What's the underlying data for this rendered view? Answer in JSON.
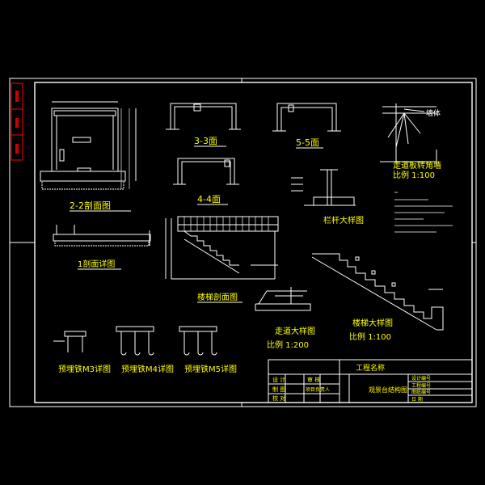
{
  "colors": {
    "background": "#000000",
    "line": "#ffffff",
    "accent": "#ff0000",
    "text": "#ffff00"
  },
  "views": {
    "section_2_2": "2-2剖面图",
    "section_3_3": "3-3面",
    "section_5_5": "5-5面",
    "section_4_4": "4-4面",
    "section_1": "1剖面详图",
    "stair_section": "楼梯剖面图",
    "railing_detail": "栏杆大样图",
    "corridor_detail": "走道大样图",
    "corridor_scale": "比例  1:200",
    "stair_detail": "楼梯大样图",
    "stair_scale": "比例  1:100",
    "wall_corner": "走道板转角墙",
    "wall_corner_scale": "比例  1:100",
    "wall_label": "墙体",
    "embed_m3": "预埋铁M3详图",
    "embed_m4": "预埋铁M4详图",
    "embed_m5": "预埋铁M5详图"
  },
  "title_block": {
    "project": "工程名称",
    "drawing": "观景台结构图",
    "rows": [
      "设 计",
      "制 图",
      "校 对"
    ],
    "cols": [
      "审 核",
      "项目负责人"
    ],
    "right": [
      "设计编号",
      "工程编号",
      "图纸编号",
      "日 期"
    ]
  }
}
